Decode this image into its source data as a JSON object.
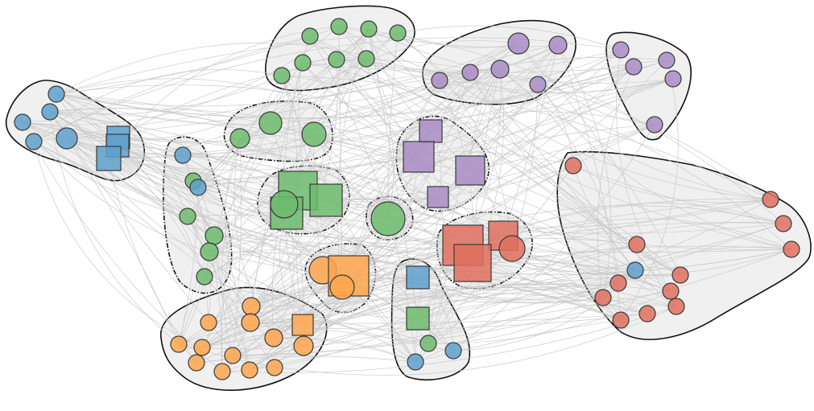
{
  "diagram": {
    "type": "clustered-network",
    "palette": {
      "blue": "#5fa0cc",
      "green": "#6dbb6d",
      "orange": "#ffa64d",
      "purple": "#a98cc6",
      "red": "#e0705f"
    },
    "node_shapes": [
      "circle",
      "square"
    ],
    "edge_color": "#c9c9c9",
    "hull_fill": "#f0f0f0",
    "hull_stroke": "#111111"
  }
}
